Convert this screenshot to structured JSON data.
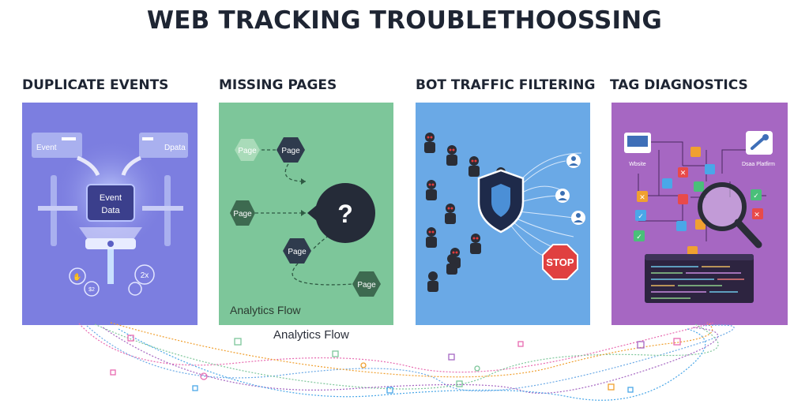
{
  "header": {
    "title": "WEB TRACKING TROUBLETHOOSSING"
  },
  "panels": [
    {
      "heading": "DUPLICATE EVENTS",
      "color": "#7c7ee0",
      "labels": {
        "event_in": "Event",
        "data_in": "Dpata",
        "event_box_line1": "Event",
        "event_box_line2": "Data",
        "count": "2x",
        "badge_a": "$2"
      }
    },
    {
      "heading": "MISSING PAGES",
      "color": "#7dc69a",
      "labels": {
        "page": "Page",
        "question": "?",
        "caption": "Analytics Flow"
      }
    },
    {
      "heading": "BOT TRAFFIC FILTERING",
      "color": "#6aa9e6",
      "labels": {
        "stop": "STOP"
      }
    },
    {
      "heading": "TAG DIAGNOSTICS",
      "color": "#a667c2",
      "labels": {
        "website": "Wbsite",
        "platform": "Dsaa Platfirm"
      }
    }
  ],
  "footer": {
    "caption": "Analytics Flow"
  }
}
